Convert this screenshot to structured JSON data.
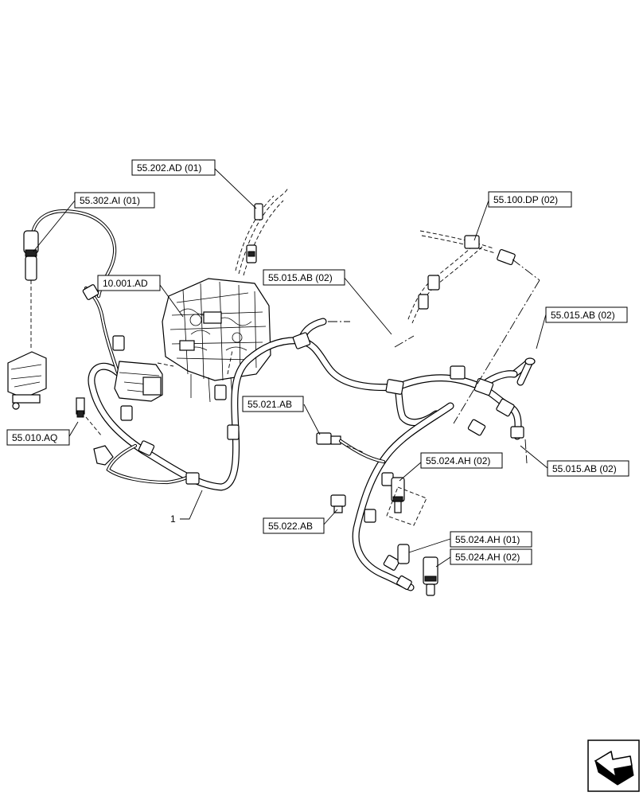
{
  "callouts": [
    {
      "id": "c1",
      "label": "55.202.AD (01)"
    },
    {
      "id": "c2",
      "label": "55.302.AI (01)"
    },
    {
      "id": "c3",
      "label": "55.100.DP (02)"
    },
    {
      "id": "c4",
      "label": "10.001.AD"
    },
    {
      "id": "c5",
      "label": "55.015.AB (02)"
    },
    {
      "id": "c6",
      "label": "55.015.AB (02)"
    },
    {
      "id": "c7",
      "label": "55.021.AB"
    },
    {
      "id": "c8",
      "label": "55.010.AQ"
    },
    {
      "id": "c9",
      "label": "55.024.AH (02)"
    },
    {
      "id": "c10",
      "label": "55.015.AB (02)"
    },
    {
      "id": "c11",
      "label": "55.022.AB"
    },
    {
      "id": "c12",
      "label": "55.024.AH (01)"
    },
    {
      "id": "c13",
      "label": "55.024.AH (02)"
    }
  ],
  "item_number": "1",
  "nav_icon": "page-navigation-arrow-icon"
}
